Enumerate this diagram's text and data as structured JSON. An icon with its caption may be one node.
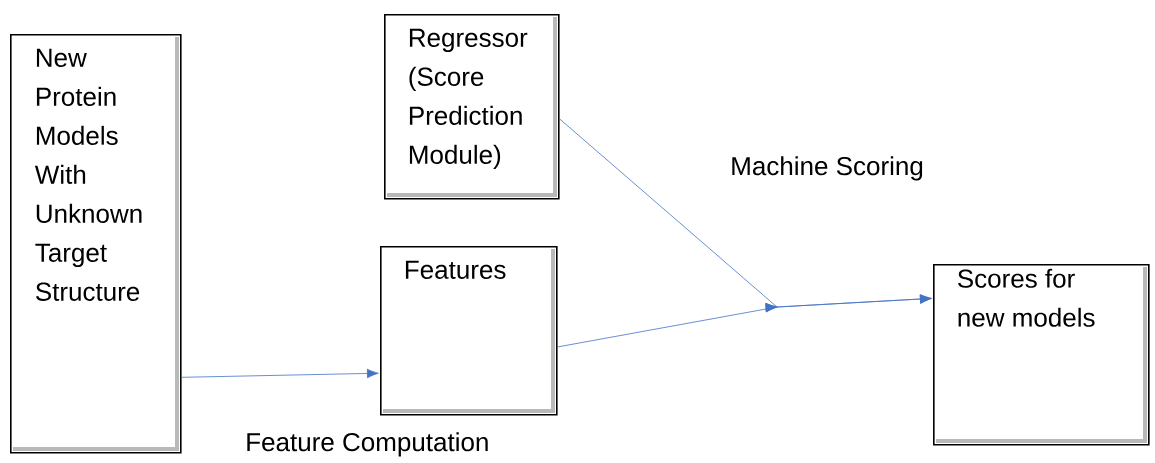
{
  "diagram": {
    "nodes": [
      {
        "text": [
          "New Protein Models With Unknown Target Structure"
        ]
      },
      {
        "text": [
          "Regressor (Score Prediction Module)"
        ]
      },
      {
        "text": [
          "Features"
        ]
      },
      {
        "text": [
          "Scores for new models"
        ]
      }
    ],
    "edges": [
      {
        "from": 0,
        "to": 2,
        "arrow": "to"
      },
      {
        "from": 1,
        "to": 3,
        "arrow": "to"
      },
      {
        "from": 2,
        "to": 3,
        "arrow": "to"
      }
    ],
    "labels": [
      "Machine Scoring",
      "Feature Computation"
    ]
  }
}
